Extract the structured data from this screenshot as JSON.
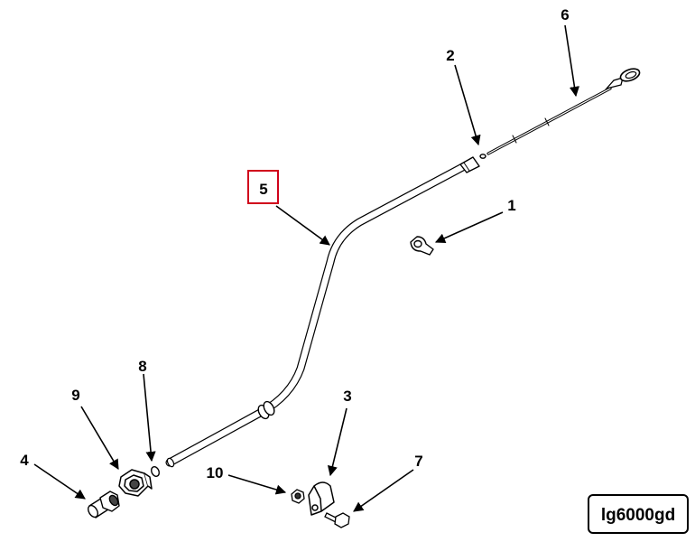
{
  "diagram": {
    "figure_id": "lg6000gd",
    "highlighted_callout": "5",
    "callouts": [
      {
        "id": "c1",
        "label": "1"
      },
      {
        "id": "c2",
        "label": "2"
      },
      {
        "id": "c3",
        "label": "3"
      },
      {
        "id": "c4",
        "label": "4"
      },
      {
        "id": "c5",
        "label": "5"
      },
      {
        "id": "c6",
        "label": "6"
      },
      {
        "id": "c7",
        "label": "7"
      },
      {
        "id": "c8",
        "label": "8"
      },
      {
        "id": "c9",
        "label": "9"
      },
      {
        "id": "c10",
        "label": "10"
      }
    ],
    "colors": {
      "line": "#000000",
      "highlight": "#d0021b",
      "background": "#ffffff"
    }
  }
}
